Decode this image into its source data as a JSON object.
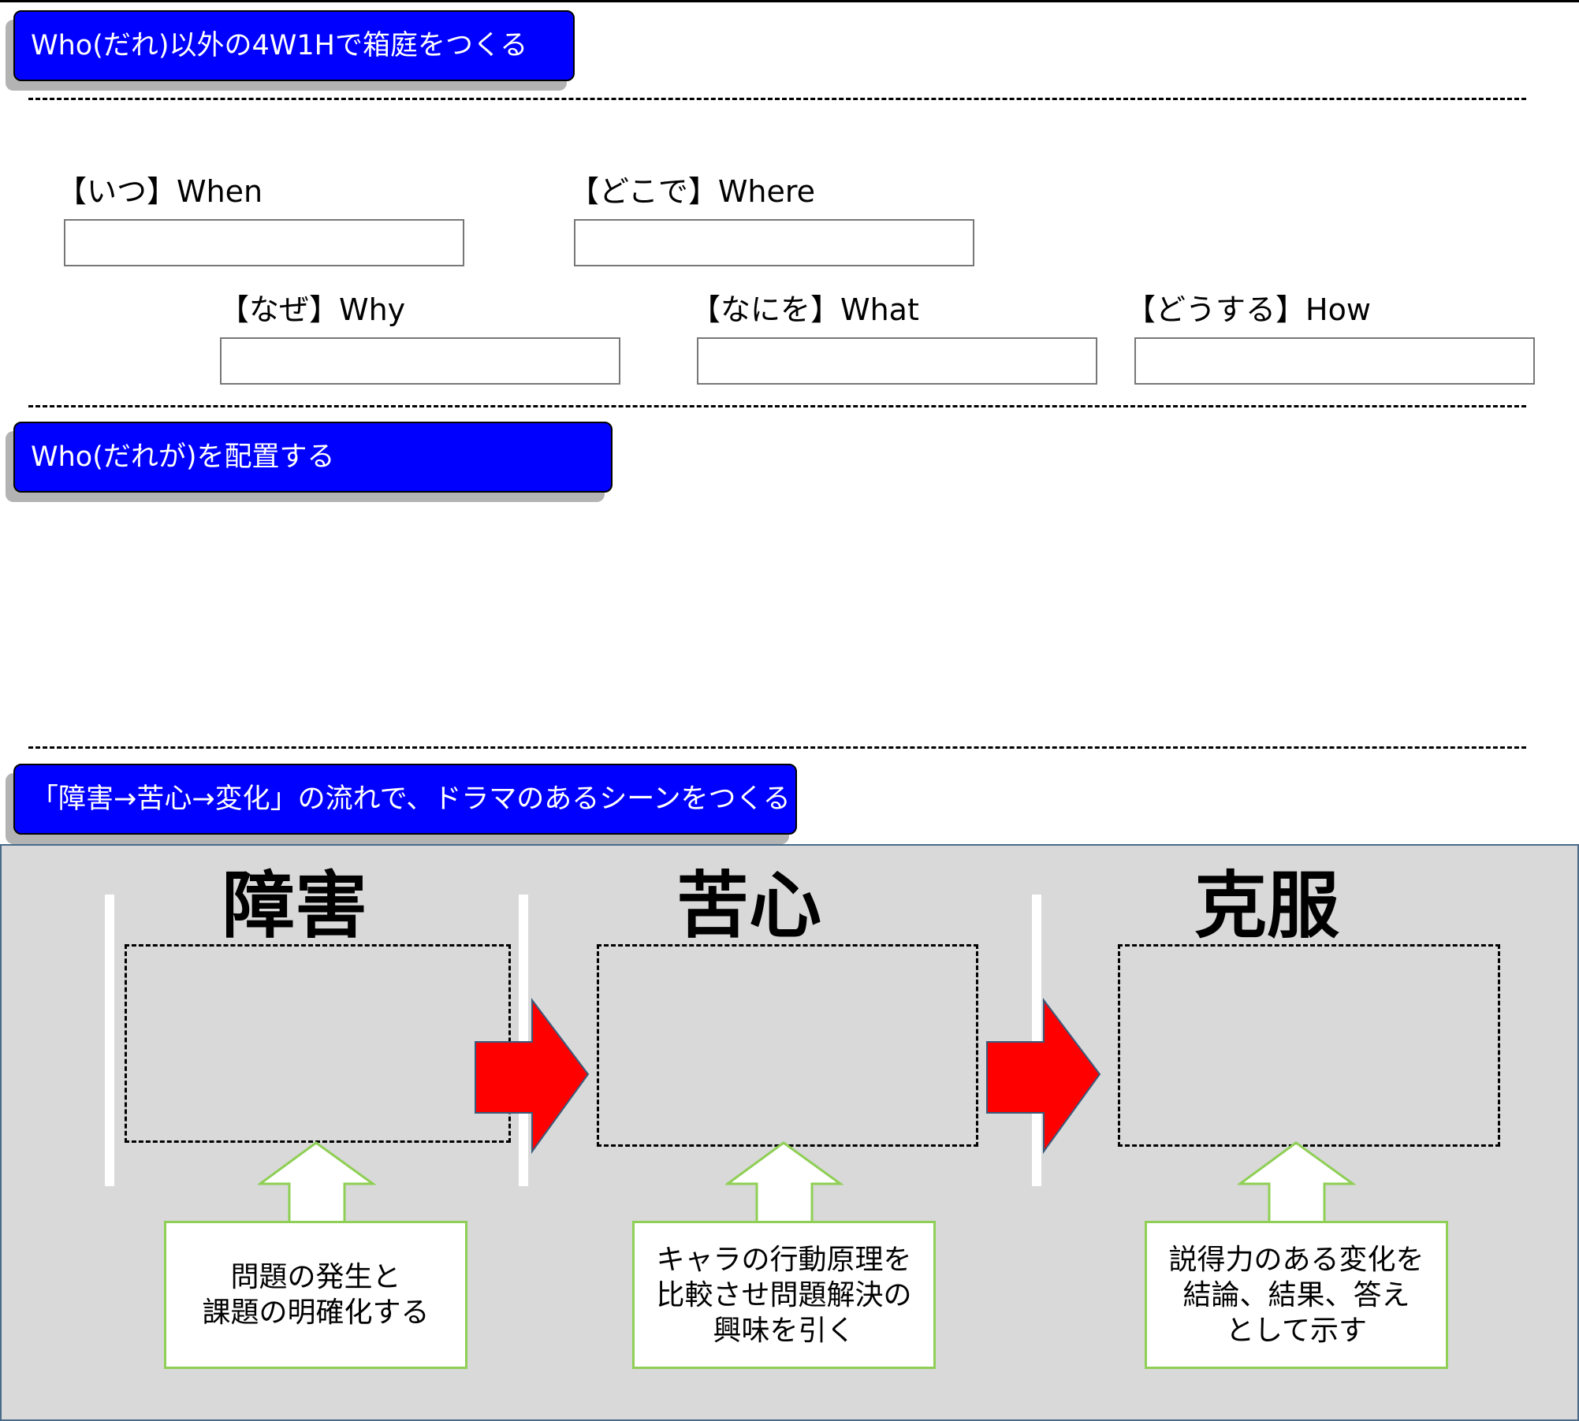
{
  "section1": {
    "banner": "Who(だれ)以外の4W1Hで箱庭をつくる"
  },
  "fields": [
    {
      "label": "【いつ】When",
      "value": ""
    },
    {
      "label": "【どこで】Where",
      "value": ""
    },
    {
      "label": "【なぜ】Why",
      "value": ""
    },
    {
      "label": "【なにを】What",
      "value": ""
    },
    {
      "label": "【どうする】How",
      "value": ""
    }
  ],
  "section2": {
    "banner": "Who(だれが)を配置する"
  },
  "section3": {
    "banner": "「障害→苦心→変化」の流れで、ドラマのあるシーンをつくる"
  },
  "stages": [
    {
      "title": "障害",
      "note": "問題の発生と\n課題の明確化する"
    },
    {
      "title": "苦心",
      "note": "キャラの行動原理を\n比較させ問題解決の\n興味を引く"
    },
    {
      "title": "克服",
      "note": "説得力のある変化を\n結論、結果、答え\nとして示す"
    }
  ],
  "colors": {
    "banner": "#0000ff",
    "arrow": "#ff0000",
    "note_border": "#8fcf55",
    "panel": "#d9d9d9"
  }
}
